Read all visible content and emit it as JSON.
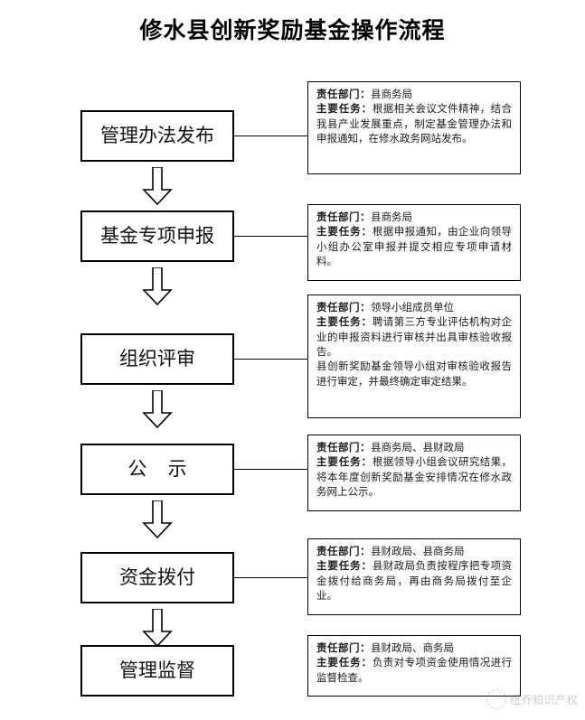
{
  "document": {
    "title": "修水县创新奖励基金操作流程"
  },
  "labels": {
    "dept_key": "责任部门：",
    "task_key": "主要任务："
  },
  "watermark": {
    "text": "纽乔知识产权",
    "mark": "circle-logo-icon"
  },
  "flow": {
    "arrow_icon": "block-arrow-down-icon",
    "steps": [
      {
        "id": "step-1",
        "name": "guanli-banfa-fabu",
        "label": "管理办法发布",
        "note": {
          "dept": "县商务局",
          "task": "根据相关会议文件精神，结合我县产业发展重点，制定基金管理办法和申报通知，在修水政务网站发布。",
          "extra": ""
        }
      },
      {
        "id": "step-2",
        "name": "jijin-zhuanxiang-shenbao",
        "label": "基金专项申报",
        "note": {
          "dept": "县商务局",
          "task": "根据申报通知，由企业向领导小组办公室申报并提交相应专项申请材料。",
          "extra": ""
        }
      },
      {
        "id": "step-3",
        "name": "zuzhi-pingshen",
        "label": "组织评审",
        "note": {
          "dept": "领导小组成员单位",
          "task": "聘请第三方专业评估机构对企业的申报资料进行审核并出具审核验收报告。",
          "extra": "县创新奖励基金领导小组对审核验收报告进行审定，并最终确定审定结果。"
        }
      },
      {
        "id": "step-4",
        "name": "gongshi",
        "label": "公    示",
        "note": {
          "dept": "县商务局、县财政局",
          "task": "根据领导小组会议研究结果，将本年度创新奖励基金安排情况在修水政务网上公示。",
          "extra": ""
        }
      },
      {
        "id": "step-5",
        "name": "zijin-bofu",
        "label": "资金拨付",
        "note": {
          "dept": "县财政局、县商务局",
          "task": "县财政局负责按程序把专项资金拨付给商务局，再由商务局拨付至企业。",
          "extra": ""
        }
      },
      {
        "id": "step-6",
        "name": "guanli-jiandu",
        "label": "管理监督",
        "note": {
          "dept": "县财政局、商务局",
          "task": "负责对专项资金使用情况进行监督检查。",
          "extra": ""
        }
      }
    ]
  },
  "chart_data": {
    "type": "diagram",
    "title": "修水县创新奖励基金操作流程",
    "orientation": "vertical",
    "node_count": 6,
    "nodes": [
      "管理办法发布",
      "基金专项申报",
      "组织评审",
      "公    示",
      "资金拨付",
      "管理监督"
    ],
    "edges": [
      "管理办法发布 → 基金专项申报",
      "基金专项申报 → 组织评审",
      "组织评审 → 公    示",
      "公    示 → 资金拨付",
      "资金拨付 → 管理监督"
    ]
  }
}
